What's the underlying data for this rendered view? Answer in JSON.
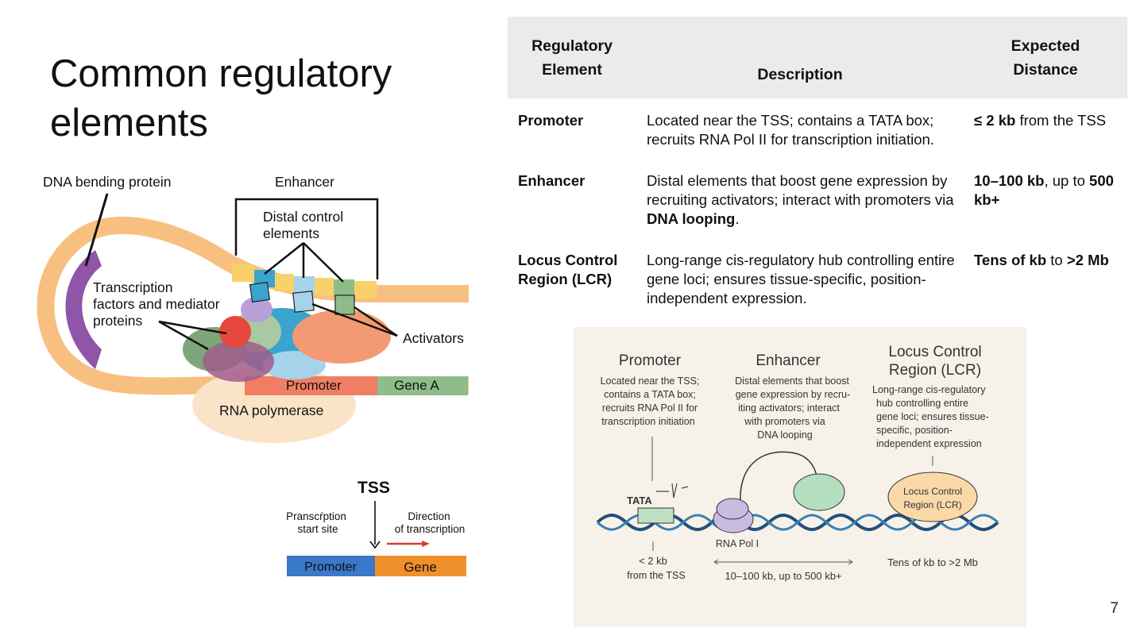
{
  "slide": {
    "title": "Common regulatory elements",
    "page_number": "7"
  },
  "left_diagram": {
    "dna_bending_protein": "DNA bending protein",
    "enhancer": "Enhancer",
    "distal_control_line1": "Distal control",
    "distal_control_line2": "elements",
    "tf_line1": "Transcription",
    "tf_line2": "factors and mediator",
    "tf_line3": "proteins",
    "activators": "Activators",
    "promoter": "Promoter",
    "gene_a": "Gene A",
    "rna_polymerase": "RNA polymerase",
    "colors": {
      "dna": "#f8c080",
      "bending_protein": "#8e55a8",
      "promoter": "#f07e64",
      "gene": "#8fbd8a",
      "polymerase": "#fbe3c7",
      "activator": "#f39a74",
      "mediator_blue": "#3aa4cf"
    }
  },
  "tss_diagram": {
    "tss": "TSS",
    "start_site_line1": "Pranscŕption",
    "start_site_line2": "start site",
    "direction_line1": "Direction",
    "direction_line2": "of transcription",
    "promoter": "Promoter",
    "gene": "Gene",
    "colors": {
      "promoter": "#3a78c9",
      "gene": "#f0902c",
      "arrow": "#e03a2a"
    }
  },
  "table": {
    "headers": {
      "element_line1": "Regulatory",
      "element_line2": "Element",
      "description": "Description",
      "distance_line1": "Expected",
      "distance_line2": "Distance"
    },
    "rows": [
      {
        "name": "Promoter",
        "description": "Located near the TSS; contains a TATA box; recruits RNA Pol II for transcription initiation.",
        "distance_bold": "≤ 2 kb",
        "distance_rest": " from the TSS"
      },
      {
        "name": "Enhancer",
        "description_pre": "Distal elements that boost gene expression by recruiting activators; interact with promoters via ",
        "description_bold": "DNA looping",
        "description_post": ".",
        "distance_bold1": "10–100 kb",
        "distance_mid": ", up to ",
        "distance_bold2": "500 kb+"
      },
      {
        "name": "Locus Control Region (LCR)",
        "description": "Long-range cis-regulatory hub controlling entire gene loci; ensures tissue-specific, position-independent expression.",
        "distance_bold1": "Tens of kb",
        "distance_mid": " to ",
        "distance_bold2": ">2 Mb"
      }
    ]
  },
  "infographic": {
    "promoter_title": "Promoter",
    "promoter_desc": [
      "Located near the TSS;",
      "contains a TATA box;",
      "recruits RNA Pol II for",
      "transcription initiation"
    ],
    "enhancer_title": "Enhancer",
    "enhancer_desc": [
      "Distal elements that boost",
      "gene expression by recru-",
      "iting activators; interact",
      "with promoters via",
      "DNA looping"
    ],
    "lcr_title_line1": "Locus Control",
    "lcr_title_line2": "Region (LCR)",
    "lcr_desc": [
      "Long-range cis-regulatory",
      "hub controlling entire",
      "gene loci; ensures tissue-",
      "specific, position-",
      "independent expression"
    ],
    "tata": "TATA",
    "rna_pol": "RNA Pol I",
    "lcr_oval_line1": "Locus Control",
    "lcr_oval_line2": "Region (LCR)",
    "promoter_distance_line1": "< 2 kb",
    "promoter_distance_line2": "from the TSS",
    "enhancer_distance": "10–100 kb, up to 500 kb+",
    "lcr_distance": "Tens of kb to >2 Mb",
    "colors": {
      "background": "#f6f2ea",
      "helix": "#22507a",
      "enhancer_blob": "#b3dfbf",
      "polymerase": "#c8bde0",
      "lcr_oval": "#f9d9a8"
    }
  }
}
